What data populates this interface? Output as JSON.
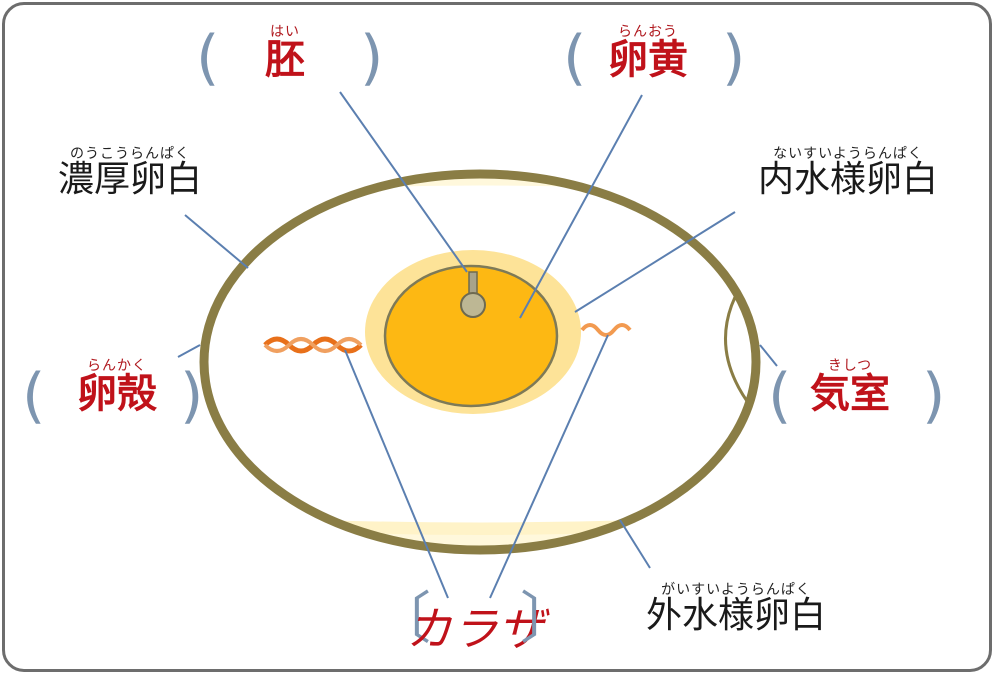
{
  "labels": {
    "hai": {
      "ruby": "はい",
      "text": "胚"
    },
    "ranou": {
      "ruby": "らんおう",
      "text": "卵黄"
    },
    "noukou": {
      "ruby": "のうこうらんぱく",
      "text": "濃厚卵白"
    },
    "naisui": {
      "ruby": "ないすいようらんぱく",
      "text": "内水様卵白"
    },
    "rankaku": {
      "ruby": "らんかく",
      "text": "卵殻"
    },
    "kishitsu": {
      "ruby": "きしつ",
      "text": "気室"
    },
    "karaza": {
      "text": "カラザ"
    },
    "gaisui": {
      "ruby": "がいすいようらんぱく",
      "text": "外水様卵白"
    }
  },
  "brackets": {
    "open": "(",
    "close": ")",
    "open_square": "〔",
    "close_square": "〕"
  },
  "colors": {
    "shell": "#8a7d45",
    "albumen_outer": "#fff6d5",
    "yolk_halo": "#fde398",
    "yolk": "#fdb813",
    "chalaza": "#e8701a",
    "leader": "#5b7fb0",
    "key_text": "#c0121a",
    "frame": "#6d6d6d"
  }
}
